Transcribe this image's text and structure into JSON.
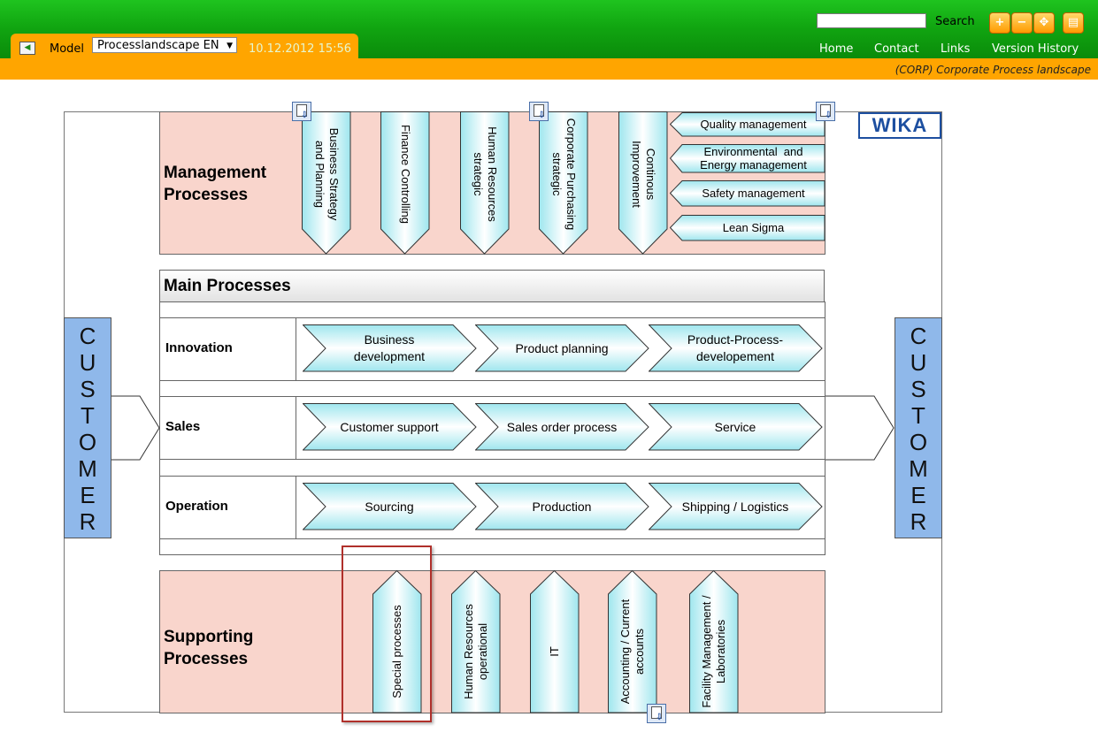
{
  "header": {
    "model_label": "Model",
    "model_select_value": "Processlandscape EN",
    "datetime": "10.12.2012 15:56",
    "search_label": "Search",
    "search_value": "",
    "nav": [
      "Home",
      "Contact",
      "Links",
      "Version History"
    ],
    "corp_title": "(CORP) Corporate Process landscape",
    "colors": {
      "green": "#11a611",
      "orange": "#ffa500"
    }
  },
  "diagram": {
    "management": {
      "title": "Management\nProcesses",
      "processes": [
        "Business Strategy\nand Planning",
        "Finance Controlling",
        "Human Resources\nstrategic",
        "Corporate Purchasing\nstrategic",
        "Continous\nImprovement"
      ],
      "side_processes": [
        "Quality management",
        "Environmental  and\nEnergy management",
        "Safety management",
        "Lean Sigma"
      ]
    },
    "main": {
      "title": "Main Processes",
      "rows": [
        {
          "label": "Innovation",
          "steps": [
            "Business\ndevelopment",
            "Product planning",
            "Product-Process-\ndevelopement"
          ]
        },
        {
          "label": "Sales",
          "steps": [
            "Customer support",
            "Sales order process",
            "Service"
          ]
        },
        {
          "label": "Operation",
          "steps": [
            "Sourcing",
            "Production",
            "Shipping / Logistics"
          ]
        }
      ]
    },
    "customer_left": "CUSTOMER",
    "customer_right": "CUSTOMER",
    "supporting": {
      "title": "Supporting\nProcesses",
      "processes": [
        "Special processes",
        "Human Resources\noperational",
        "IT",
        "Accounting / Current\naccounts",
        "Facility Management /\nLaboratories"
      ]
    },
    "logo": "WIKA",
    "colors": {
      "pink": "#f9d5cc",
      "customer": "#8fb8ea",
      "chevron": "#aeeaf0"
    }
  }
}
